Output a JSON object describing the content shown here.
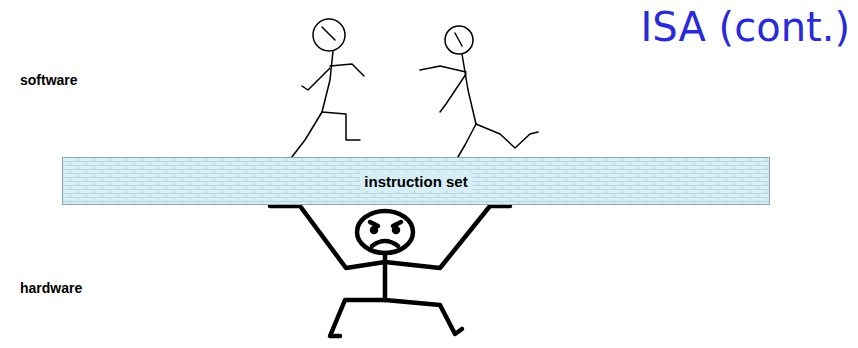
{
  "diagram": {
    "title": "ISA (cont.)",
    "nodes": [
      {
        "text": [
          "instruction set"
        ]
      }
    ],
    "labels": [
      "software",
      "hardware"
    ]
  }
}
